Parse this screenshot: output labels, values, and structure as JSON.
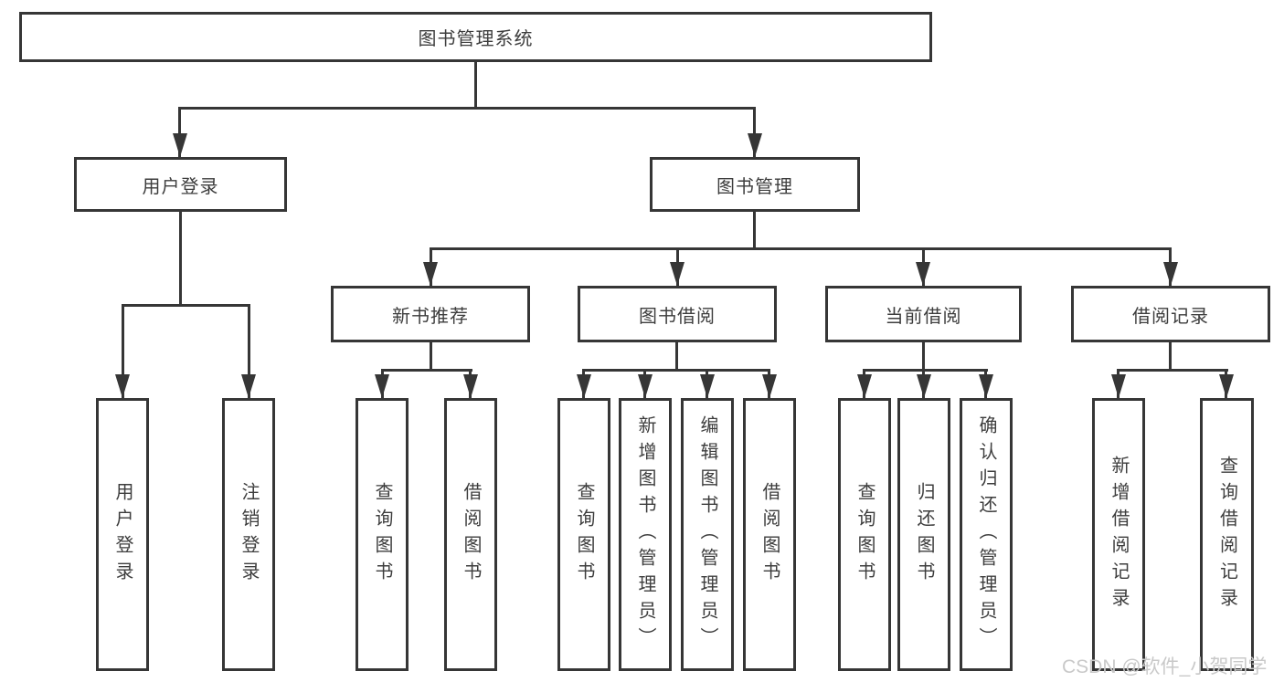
{
  "colors": {
    "line": "#363636",
    "text": "#3d3d3d",
    "watermark": "#c9c9c9",
    "background": "#ffffff"
  },
  "watermark": "CSDN @软件_小贺同学",
  "nodes": {
    "root": "图书管理系统",
    "user_login": "用户登录",
    "book_management": "图书管理",
    "new_book_rec": "新书推荐",
    "book_borrow": "图书借阅",
    "current_borrow": "当前借阅",
    "borrow_records": "借阅记录",
    "leaf_user_login": "用户登录",
    "leaf_logout": "注销登录",
    "leaf_nb_query": "查询图书",
    "leaf_nb_borrow": "借阅图书",
    "leaf_bb_query": "查询图书",
    "leaf_bb_add": "新增图书（管理员）",
    "leaf_bb_edit": "编辑图书（管理员）",
    "leaf_bb_borrow": "借阅图书",
    "leaf_cb_query": "查询图书",
    "leaf_cb_return": "归还图书",
    "leaf_cb_confirm": "确认归还（管理员）",
    "leaf_br_add": "新增借阅记录",
    "leaf_br_query": "查询借阅记录"
  }
}
